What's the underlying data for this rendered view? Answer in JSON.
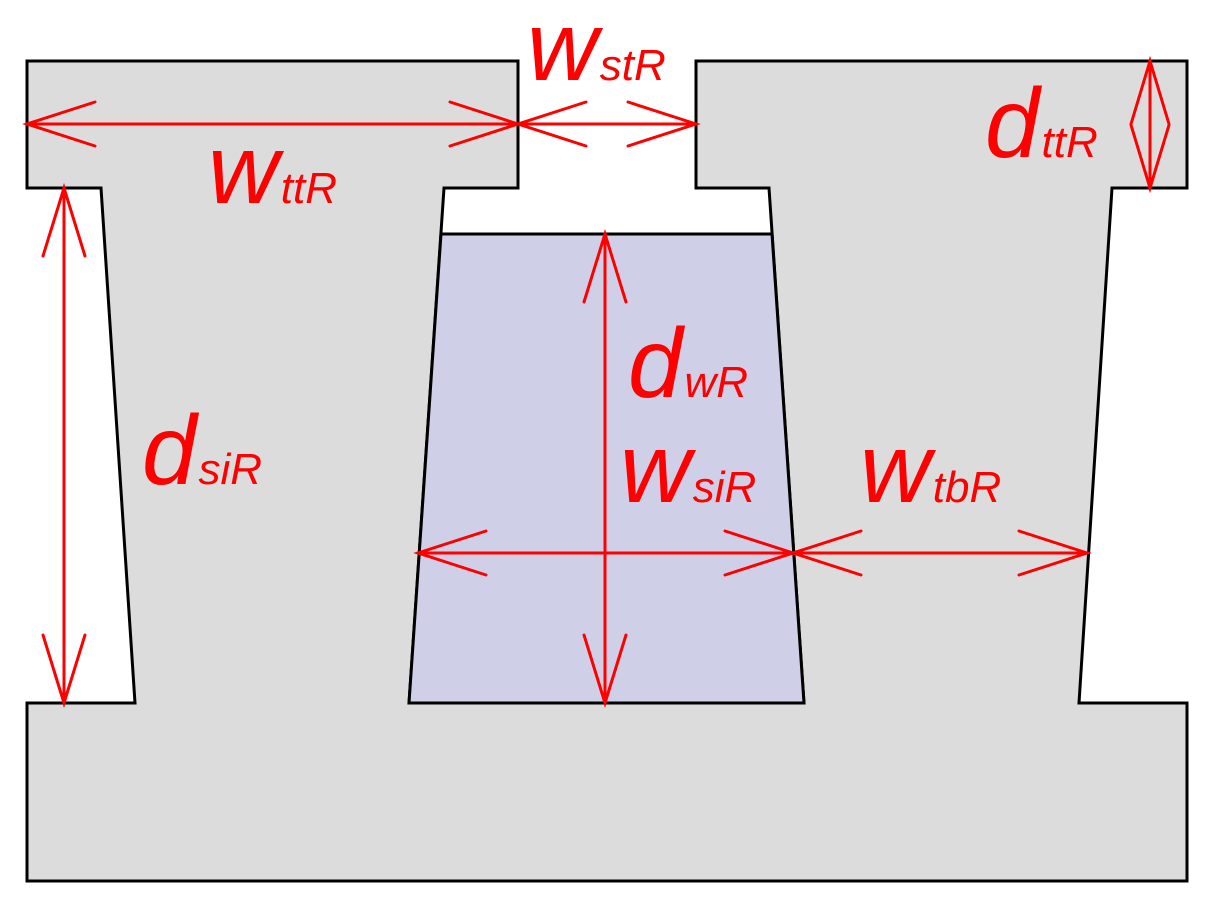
{
  "colors": {
    "tooth": "#dcdcdc",
    "winding": "#d0cfe8",
    "outline": "#000000",
    "dimension": "#ff0000",
    "background": "#ffffff"
  },
  "labels": {
    "w_stR": {
      "main": "w",
      "sub": "stR"
    },
    "w_ttR": {
      "main": "w",
      "sub": "ttR"
    },
    "d_ttR": {
      "main": "d",
      "sub": "ttR"
    },
    "d_wR": {
      "main": "d",
      "sub": "wR"
    },
    "w_siR": {
      "main": "w",
      "sub": "siR"
    },
    "d_siR": {
      "main": "d",
      "sub": "siR"
    },
    "w_tbR": {
      "main": "w",
      "sub": "tbR"
    }
  }
}
